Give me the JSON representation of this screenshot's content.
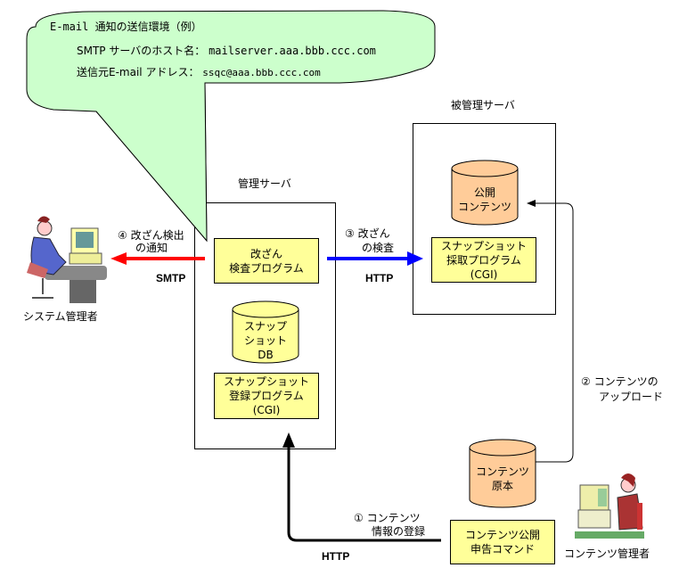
{
  "callout": {
    "title": "E-mail 通知の送信環境（例）",
    "smtp_label": "SMTP サーバのホスト名：",
    "smtp_value": "mailserver.aaa.bbb.ccc.com",
    "from_label": "送信元E-mail アドレス：",
    "from_value": "ssqc@aaa.bbb.ccc.com"
  },
  "colors": {
    "callout_fill": "#ccffcc",
    "program_box": "#ffff99",
    "db_cylinder": "#ffff99",
    "content_cylinder": "#ffcc99",
    "smtp_arrow": "#ff0000",
    "http_arrow": "#0000ff",
    "register_arrow": "#000000"
  },
  "nodes": {
    "admin_server": {
      "title": "管理サーバ",
      "tamper_program": [
        "改ざん",
        "検査プログラム"
      ],
      "snapshot_db": [
        "スナップ",
        "ショット",
        "DB"
      ],
      "register_program": [
        "スナップショット",
        "登録プログラム",
        "(CGI)"
      ]
    },
    "managed_server": {
      "title": "被管理サーバ",
      "public_contents": [
        "公開",
        "コンテンツ"
      ],
      "capture_program": [
        "スナップショット",
        "採取プログラム",
        "(CGI)"
      ]
    },
    "original_contents": [
      "コンテンツ",
      "原本"
    ],
    "publish_command": [
      "コンテンツ公開",
      "申告コマンド"
    ],
    "system_admin": {
      "label": "システム管理者",
      "icon": "person-at-computer-icon"
    },
    "content_admin": {
      "label": "コンテンツ管理者",
      "icon": "person-at-computer-icon"
    }
  },
  "flows": [
    {
      "step": "①",
      "label": [
        "① コンテンツ",
        "情報の登録"
      ],
      "protocol": "HTTP"
    },
    {
      "step": "②",
      "label": [
        "② コンテンツの",
        "アップロード"
      ]
    },
    {
      "step": "③",
      "label": [
        "③ 改ざん",
        "の検査"
      ],
      "protocol": "HTTP"
    },
    {
      "step": "④",
      "label": [
        "④ 改ざん検出",
        "の通知"
      ],
      "protocol": "SMTP"
    }
  ]
}
